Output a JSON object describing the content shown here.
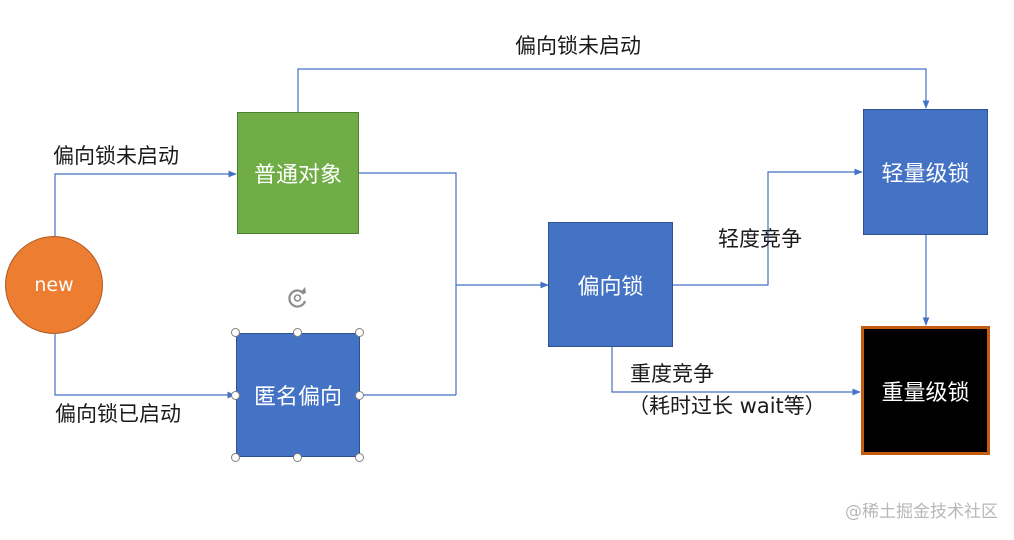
{
  "nodes": {
    "start": "new",
    "normal_object": "普通对象",
    "anonymous_biased": "匿名偏向",
    "biased_lock": "偏向锁",
    "lightweight_lock": "轻量级锁",
    "heavyweight_lock": "重量级锁"
  },
  "edges": {
    "bias_disabled_top": "偏向锁未启动",
    "bias_disabled_left": "偏向锁未启动",
    "bias_enabled": "偏向锁已启动",
    "light_contention": "轻度竞争",
    "heavy_contention_line1": "重度竞争",
    "heavy_contention_line2": "（耗时过长 wait等）"
  },
  "watermark": "@稀土掘金技术社区",
  "colors": {
    "start_fill": "#ed7d31",
    "normal_object_fill": "#70ad47",
    "lock_fill": "#4472c4",
    "heavy_fill": "#000000",
    "heavy_border": "#c55a11",
    "connector": "#4472c4"
  }
}
